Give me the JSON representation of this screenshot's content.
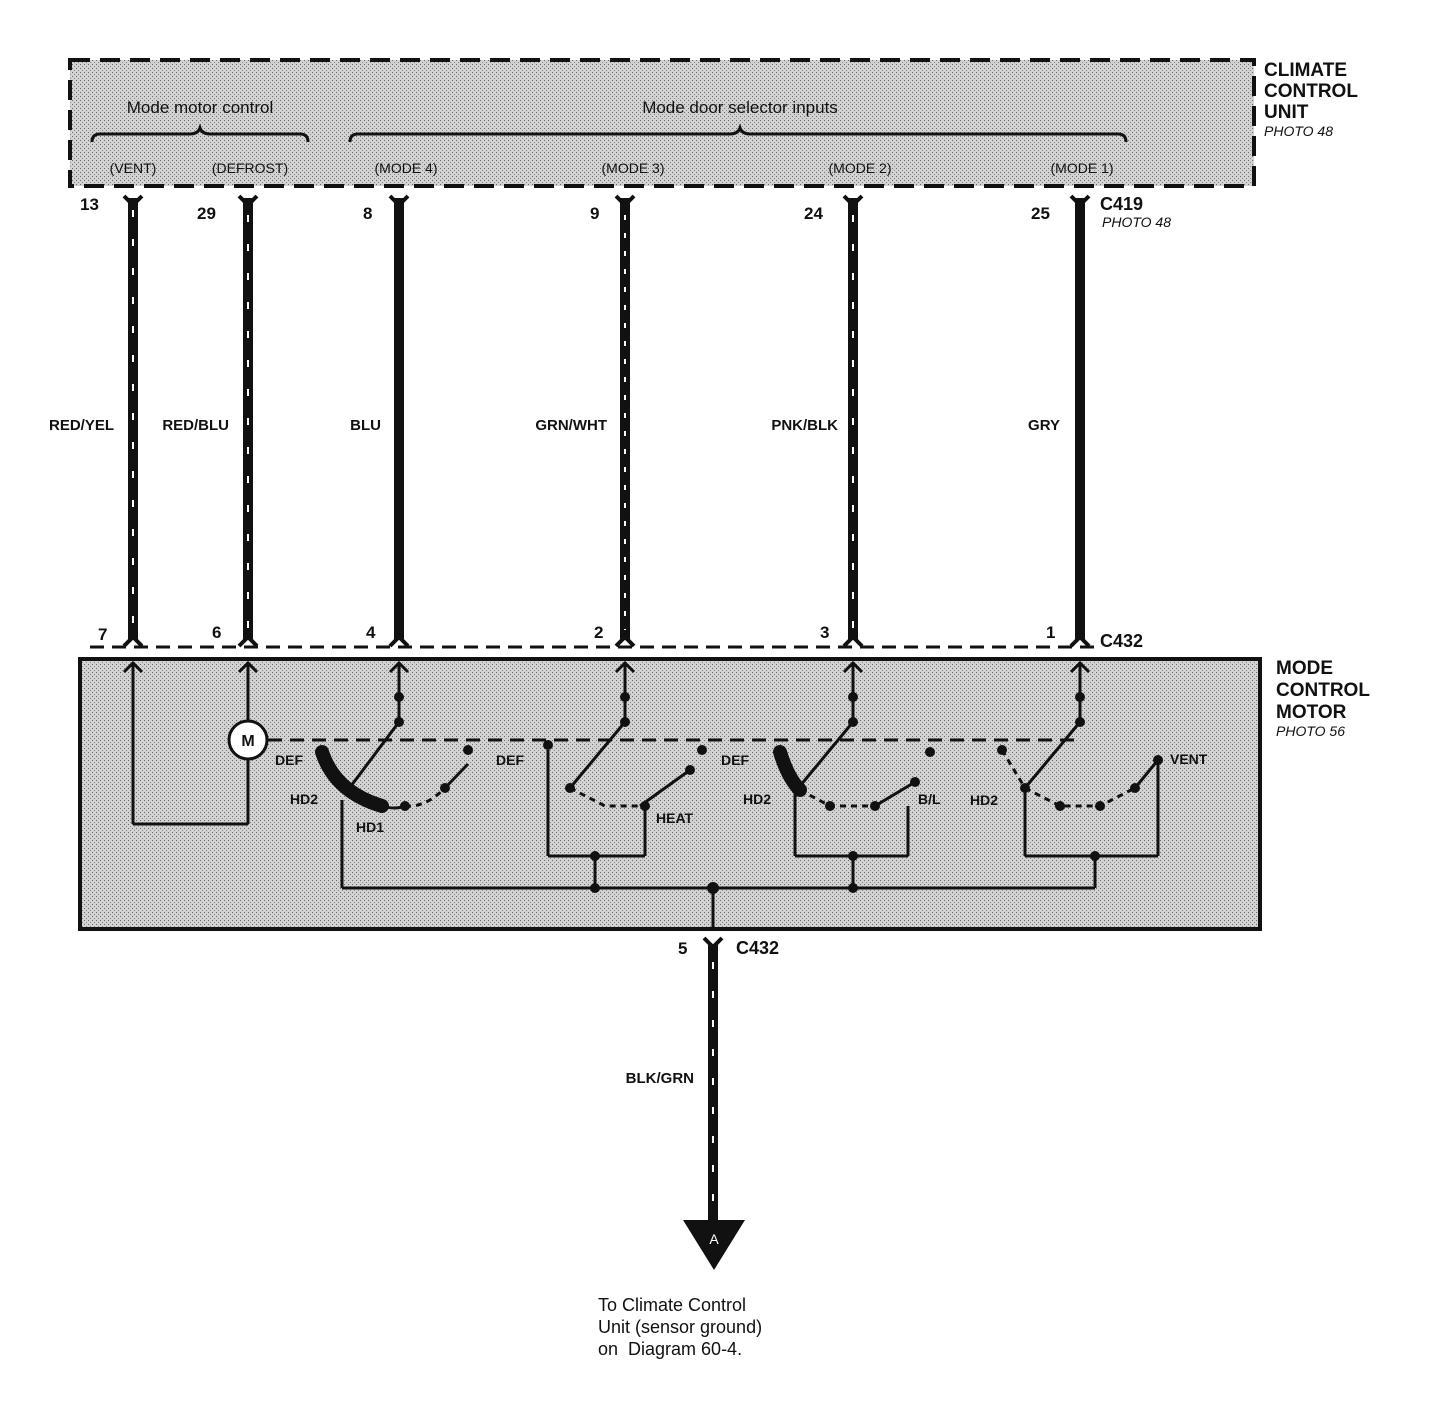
{
  "climate_control_unit": {
    "title_line1": "CLIMATE",
    "title_line2": "CONTROL",
    "title_line3": "UNIT",
    "photo": "PHOTO 48",
    "group_mode_motor": "Mode motor control",
    "group_mode_door": "Mode door selector inputs",
    "inputs": [
      "(VENT)",
      "(DEFROST)",
      "(MODE 4)",
      "(MODE 3)",
      "(MODE 2)",
      "(MODE 1)"
    ]
  },
  "connector_c419": {
    "name": "C419",
    "photo": "PHOTO 48",
    "pins": [
      "13",
      "29",
      "8",
      "9",
      "24",
      "25"
    ]
  },
  "wires": [
    "RED/YEL",
    "RED/BLU",
    "BLU",
    "GRN/WHT",
    "PNK/BLK",
    "GRY"
  ],
  "connector_c432_top": {
    "name": "C432",
    "pins": [
      "7",
      "6",
      "4",
      "2",
      "3",
      "1"
    ]
  },
  "mode_control_motor": {
    "title_line1": "MODE",
    "title_line2": "CONTROL",
    "title_line3": "MOTOR",
    "photo": "PHOTO 56",
    "motor_symbol": "M",
    "switch_labels": {
      "def1": "DEF",
      "hd2_1": "HD2",
      "hd1": "HD1",
      "def2": "DEF",
      "heat": "HEAT",
      "def3": "DEF",
      "hd2_2": "HD2",
      "bl": "B/L",
      "hd2_3": "HD2",
      "vent": "VENT"
    }
  },
  "connector_c432_bottom": {
    "name": "C432",
    "pin": "5"
  },
  "ground_wire": "BLK/GRN",
  "off_page": {
    "marker": "A",
    "note_line1": "To Climate Control",
    "note_line2": "Unit (sensor ground)",
    "note_line3": "on  Diagram 60-4."
  }
}
